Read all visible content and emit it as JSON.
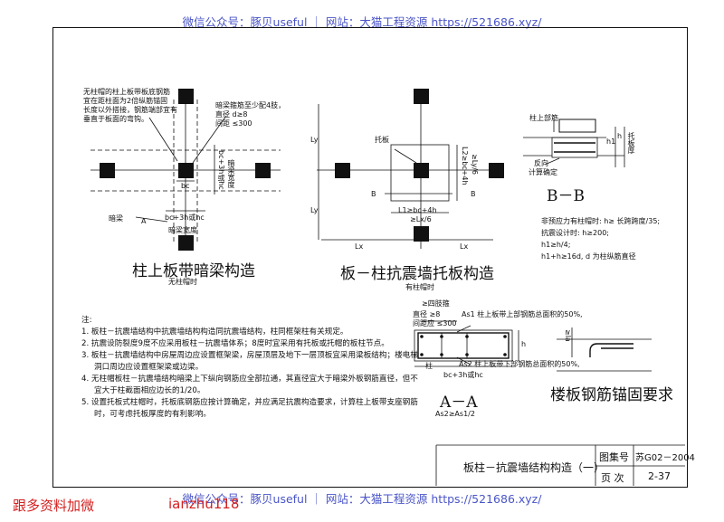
{
  "watermark": "微信公众号：豚贝useful ｜ 网站：大猫工程资源 https://521686.xyz/",
  "promo": {
    "left": "跟多资料加微",
    "right": "ianzhu118"
  },
  "fig1": {
    "title": "柱上板带暗梁构造",
    "subtitle": "无柱帽时",
    "note_left": [
      "无柱帽的柱上板带板底钢筋",
      "宜在距柱面为2倍纵筋锚固",
      "长度以外搭接，钢筋端部宜有",
      "垂直于板面的弯钩。"
    ],
    "note_right": [
      "暗梁箍筋至少配4肢，",
      "直径 d≥8",
      "间距 ≤300"
    ],
    "label_a": "A",
    "label_anliang": "暗梁",
    "dim_bc": "bc",
    "dim_bc3h": "bc+3h或hc",
    "dim_width": "暗梁宽度",
    "dim_side": "bc+3h或hc",
    "dim_side2": "暗梁宽度"
  },
  "fig2": {
    "title": "板－柱抗震墙托板构造",
    "subtitle": "有柱帽时",
    "tuoban": "托板",
    "ly": "Ly",
    "lx": "Lx",
    "b": "B",
    "l1": "L1≥bc+4h",
    "lx6": "≥Lx/6",
    "l2": "L2≥bc+4h",
    "ly6": "≥Ly/6"
  },
  "fig3": {
    "title": "B－B",
    "zhushang": "柱上部筋",
    "fanbai": "反向",
    "jisuan": "计算确定",
    "h1": "h1",
    "h": "h",
    "tuohou": "托板厚",
    "req": [
      "非预应力有柱帽时:  h≥ 长跨跨度/35;",
      "抗震设计时:  h≥200;",
      "h1≥h/4;",
      "h1+h≥16d, d 为柱纵筋直径"
    ]
  },
  "fig4": {
    "title": "A－A",
    "formula": "As2≥As1/2",
    "sizhi": "≥四肢箍",
    "zhijing": "直径 ≥8",
    "jianju": "间距应 ≤300",
    "as1": "As1 柱上板带上部钢筋总面积的50%,",
    "as2": "As2 柱上板带下部钢筋总面积的50%,",
    "zhu": "柱",
    "h": "h",
    "bc3h": "bc+3h或hc"
  },
  "fig5": {
    "title": "楼板钢筋锚固要求",
    "la": "≥la"
  },
  "notes": {
    "heading": "注:",
    "items": [
      "1. 板柱－抗震墙结构中抗震墙结构构造同抗震墙结构，柱同框架柱有关规定。",
      "2. 抗震设防裂度9度不应采用板柱－抗震墙体系；8度时宜采用有托板或托帽的板柱节点。",
      "3. 板柱－抗震墙结构中房屋周边应设置框架梁，房屋顶层及地下一层顶板宜采用梁板结构；楼电梯洞口周边应设置框架梁或边梁。",
      "4. 无柱帽板柱－抗震墙结构暗梁上下纵向钢筋应全部拉通，其直径宜大于暗梁外板钢筋直径，但不宜大于柱截面相应边长的1/20。",
      "5. 设置托板式柱帽时，托板底钢筋应按计算确定，并应满足抗震构造要求，计算柱上板带支座钢筋时，可考虑托板厚度的有利影响。"
    ]
  },
  "titleblock": {
    "name": "板柱－抗震墙结构构造（一）",
    "atlas_label": "图集号",
    "atlas": "苏G02－2004",
    "page_label": "页  次",
    "page": "2-37"
  }
}
